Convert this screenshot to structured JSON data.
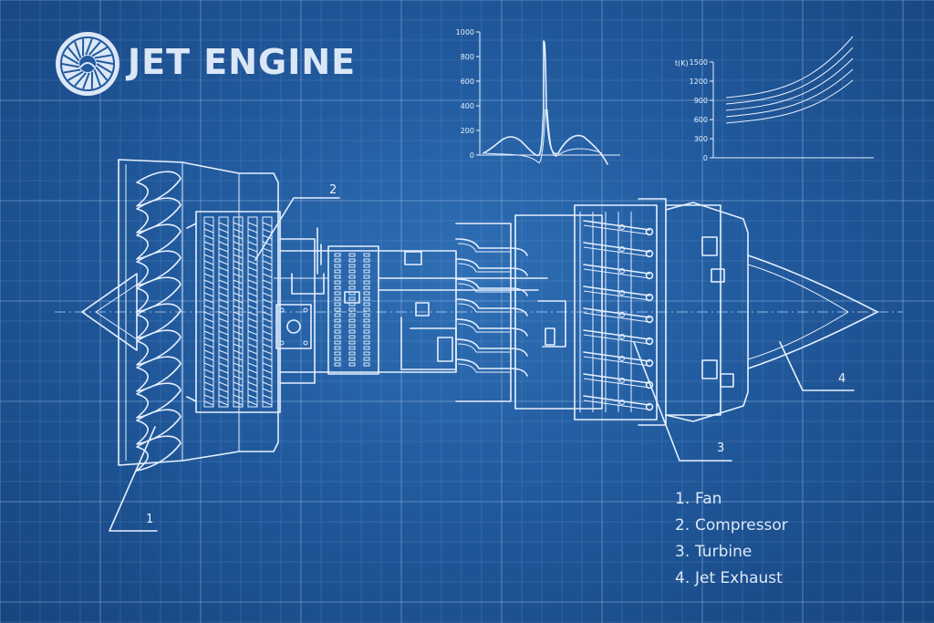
{
  "title": "JET ENGINE",
  "callouts": [
    "1",
    "2",
    "3",
    "4"
  ],
  "legend": [
    {
      "num": "1.",
      "label": "Fan"
    },
    {
      "num": "2.",
      "label": "Compressor"
    },
    {
      "num": "3.",
      "label": "Turbine"
    },
    {
      "num": "4.",
      "label": "Jet Exhaust"
    }
  ],
  "chart_left": {
    "yticks": [
      "1000",
      "800",
      "600",
      "400",
      "200",
      "0"
    ]
  },
  "chart_right": {
    "ylabel": "t(K)",
    "yticks": [
      "1500",
      "1200",
      "900",
      "600",
      "300",
      "0"
    ]
  },
  "colors": {
    "background": "#215a9d",
    "line": "#e6f0ff"
  }
}
